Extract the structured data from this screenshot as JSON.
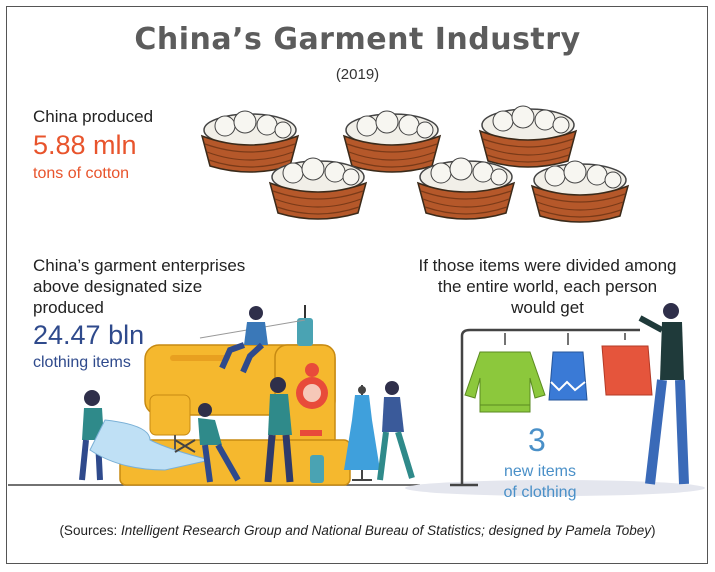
{
  "title": "China’s Garment Industry",
  "year": "(2019)",
  "cotton": {
    "intro": "China produced",
    "value": "5.88 mln",
    "unit": "tons of cotton"
  },
  "clothing": {
    "line1": "China’s garment enterprises",
    "line2": "above designated size",
    "line3": "produced",
    "value": "24.47 bln",
    "unit": "clothing items"
  },
  "per_person": {
    "line1": "If those items were divided among",
    "line2": "the entire world, each person",
    "line3": "would get",
    "value": "3",
    "unit_line1": "new items",
    "unit_line2": "of clothing"
  },
  "source": {
    "prefix": "(Sources: ",
    "names": "Intelligent Research Group and National Bureau of Statistics; designed by Pamela Tobey",
    "suffix": ")"
  },
  "colors": {
    "accent_red": "#e8542c",
    "accent_navy": "#2f4a8c",
    "accent_lightblue": "#4a90c8",
    "basket": "#b5582a",
    "machine_yellow": "#f5b82e"
  },
  "icons": [
    "cotton-basket-icon",
    "sewing-machine-icon",
    "clothing-rack-icon",
    "worker-figure-icon",
    "dress-mannequin-icon"
  ]
}
